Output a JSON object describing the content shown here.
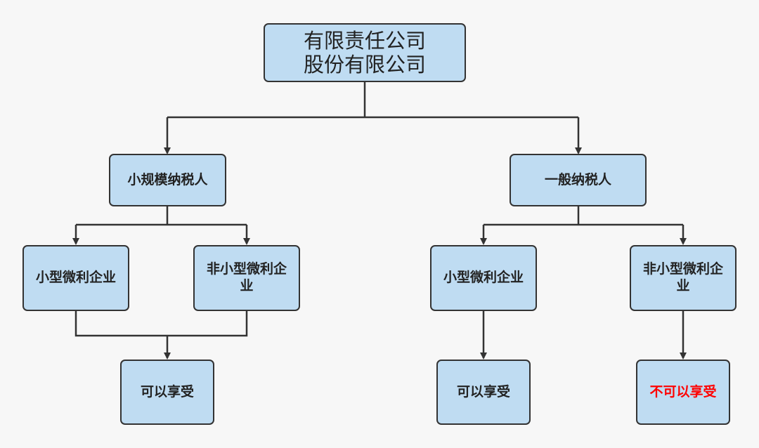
{
  "nodes": {
    "root": {
      "line1": "有限责任公司",
      "line2": "股份有限公司"
    },
    "small_taxpayer": "小规模纳税人",
    "general_taxpayer": "一般纳税人",
    "left_small_micro": "小型微利企业",
    "left_non_small_micro": "非小型微利企业",
    "right_small_micro": "小型微利企业",
    "right_non_small_micro": "非小型微利企业",
    "left_result": "可以享受",
    "right_result": "可以享受",
    "right_non_result": "不可以享受"
  },
  "colors": {
    "box_fill": "#bfdcf2",
    "box_border": "#333333",
    "connector": "#333333",
    "background": "#f7f7f7",
    "negative_text": "#ff0000"
  }
}
